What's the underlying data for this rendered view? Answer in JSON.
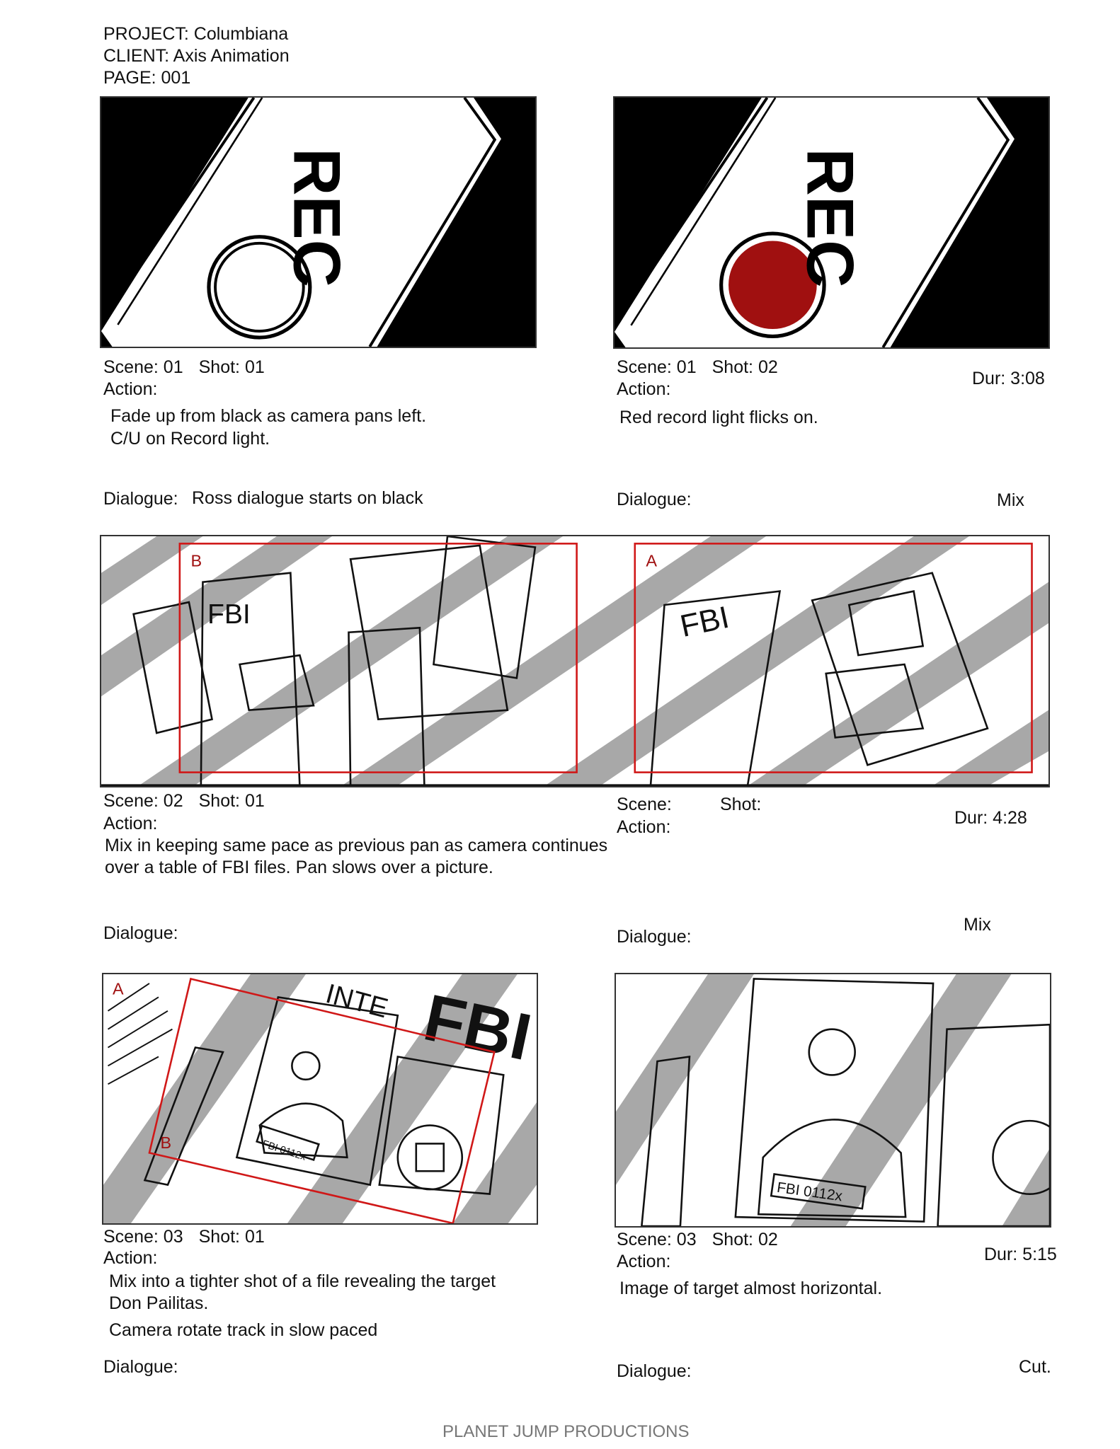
{
  "header": {
    "project": "PROJECT: Columbiana",
    "client": "CLIENT: Axis Animation",
    "page": "PAGE:  001"
  },
  "panels": [
    {
      "scene_label": "Scene:",
      "scene": "01",
      "shot_label": "Shot:",
      "shot": "01",
      "action_label": "Action:",
      "action": [
        "Fade up from black as camera pans left.",
        "C/U on Record light."
      ],
      "dialogue_label": "Dialogue:",
      "dialogue": "Ross dialogue starts on black",
      "art_text": "REC"
    },
    {
      "scene_label": "Scene:",
      "scene": "01",
      "shot_label": "Shot:",
      "shot": "02",
      "action_label": "Action:",
      "action": [
        "Red record light flicks on."
      ],
      "dialogue_label": "Dialogue:",
      "dialogue": "",
      "duration": "Dur: 3:08",
      "transition": "Mix",
      "art_text": "REC",
      "light_color": "#a01010"
    },
    {
      "scene_label": "Scene:",
      "scene": "02",
      "shot_label": "Shot:",
      "shot": "01",
      "action_label": "Action:",
      "action": [
        "Mix in keeping same pace as previous pan as camera continues",
        "over a table of FBI files.  Pan slows over a picture."
      ],
      "dialogue_label": "Dialogue:",
      "frame_b": "B",
      "frame_a": "A",
      "art_text": "FBI"
    },
    {
      "scene_label": "Scene:",
      "scene": "",
      "shot_label": "Shot:",
      "shot": "",
      "action_label": "Action:",
      "dialogue_label": "Dialogue:",
      "duration": "Dur: 4:28",
      "transition": "Mix"
    },
    {
      "scene_label": "Scene:",
      "scene": "03",
      "shot_label": "Shot:",
      "shot": "01",
      "action_label": "Action:",
      "action": [
        "Mix into a tighter shot of a file revealing the target",
        "Don Pailitas.",
        "Camera rotate track in slow paced"
      ],
      "dialogue_label": "Dialogue:",
      "frame_a": "A",
      "frame_b": "B",
      "art_text": "FBI",
      "art_text2": "INTE",
      "tag": "FBI 0112x"
    },
    {
      "scene_label": "Scene:",
      "scene": "03",
      "shot_label": "Shot:",
      "shot": "02",
      "action_label": "Action:",
      "action": [
        "Image of target almost horizontal."
      ],
      "dialogue_label": "Dialogue:",
      "duration": "Dur: 5:15",
      "transition": "Cut.",
      "tag": "FBI 0112x"
    }
  ],
  "colors": {
    "frame_red": "#d01818",
    "stripe_gray": "#a8a8a8"
  },
  "footer": "PLANET JUMP PRODUCTIONS"
}
